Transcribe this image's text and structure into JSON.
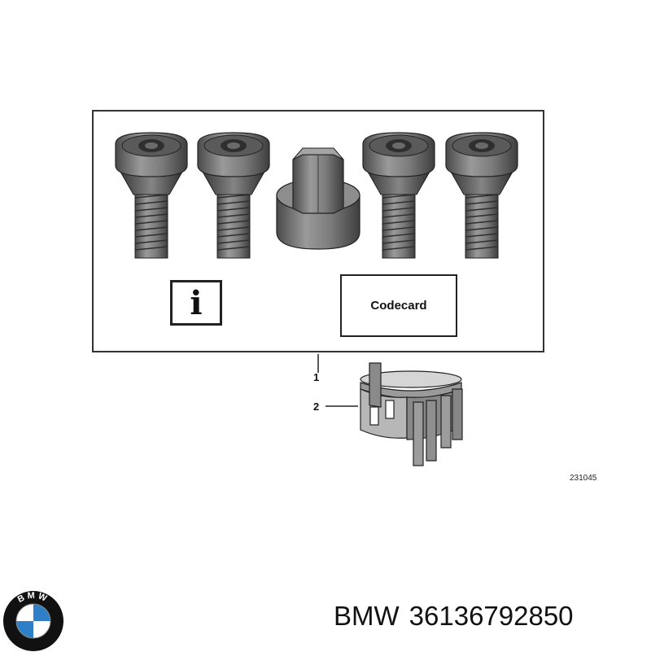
{
  "diagram": {
    "info_symbol": "i",
    "codecard_label": "Codecard",
    "callouts": [
      "1",
      "2"
    ],
    "drawing_number": "231045"
  },
  "caption": {
    "brand": "BMW",
    "part_number": "36136792850"
  },
  "logo": {
    "letters": "BMW",
    "colors": {
      "blue": "#2f7fc7",
      "white": "#ffffff",
      "ring": "#111111"
    }
  }
}
